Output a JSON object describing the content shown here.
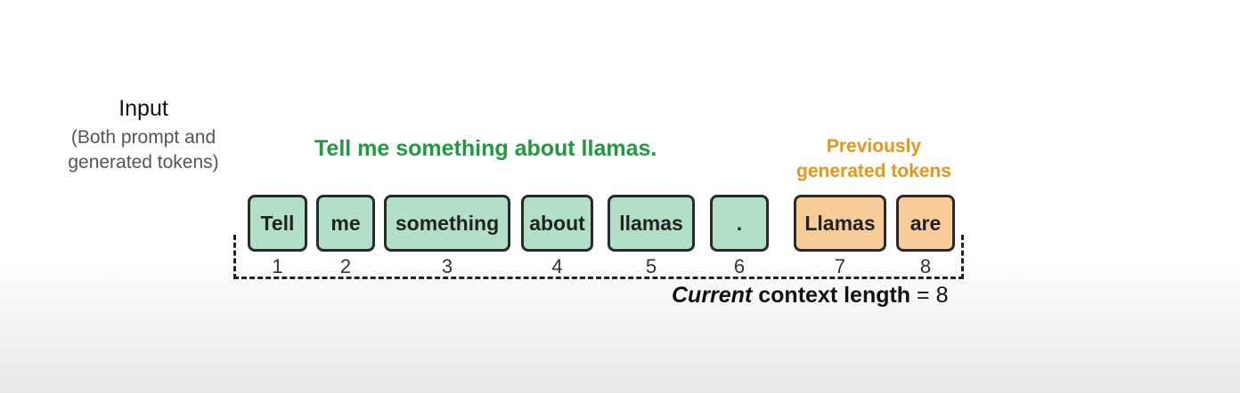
{
  "input": {
    "title": "Input",
    "subtitle_line1": "(Both prompt and",
    "subtitle_line2": "generated tokens)"
  },
  "prompt_text": "Tell me something about llamas.",
  "previous_label": {
    "line1": "Previously",
    "line2": "generated tokens"
  },
  "tokens": [
    {
      "text": "Tell",
      "position": "1",
      "kind": "prompt"
    },
    {
      "text": "me",
      "position": "2",
      "kind": "prompt"
    },
    {
      "text": "something",
      "position": "3",
      "kind": "prompt"
    },
    {
      "text": "about",
      "position": "4",
      "kind": "prompt"
    },
    {
      "text": "llamas",
      "position": "5",
      "kind": "prompt"
    },
    {
      "text": ".",
      "position": "6",
      "kind": "prompt"
    },
    {
      "text": "Llamas",
      "position": "7",
      "kind": "generated"
    },
    {
      "text": "are",
      "position": "8",
      "kind": "generated"
    }
  ],
  "context_label": {
    "current": "Current",
    "rest": " context length",
    "equals": " = 8"
  },
  "colors": {
    "prompt_fill": "#b2e0c6",
    "generated_fill": "#f8cc98",
    "prompt_text": "#1f9a3e",
    "generated_label": "#e8951a"
  }
}
